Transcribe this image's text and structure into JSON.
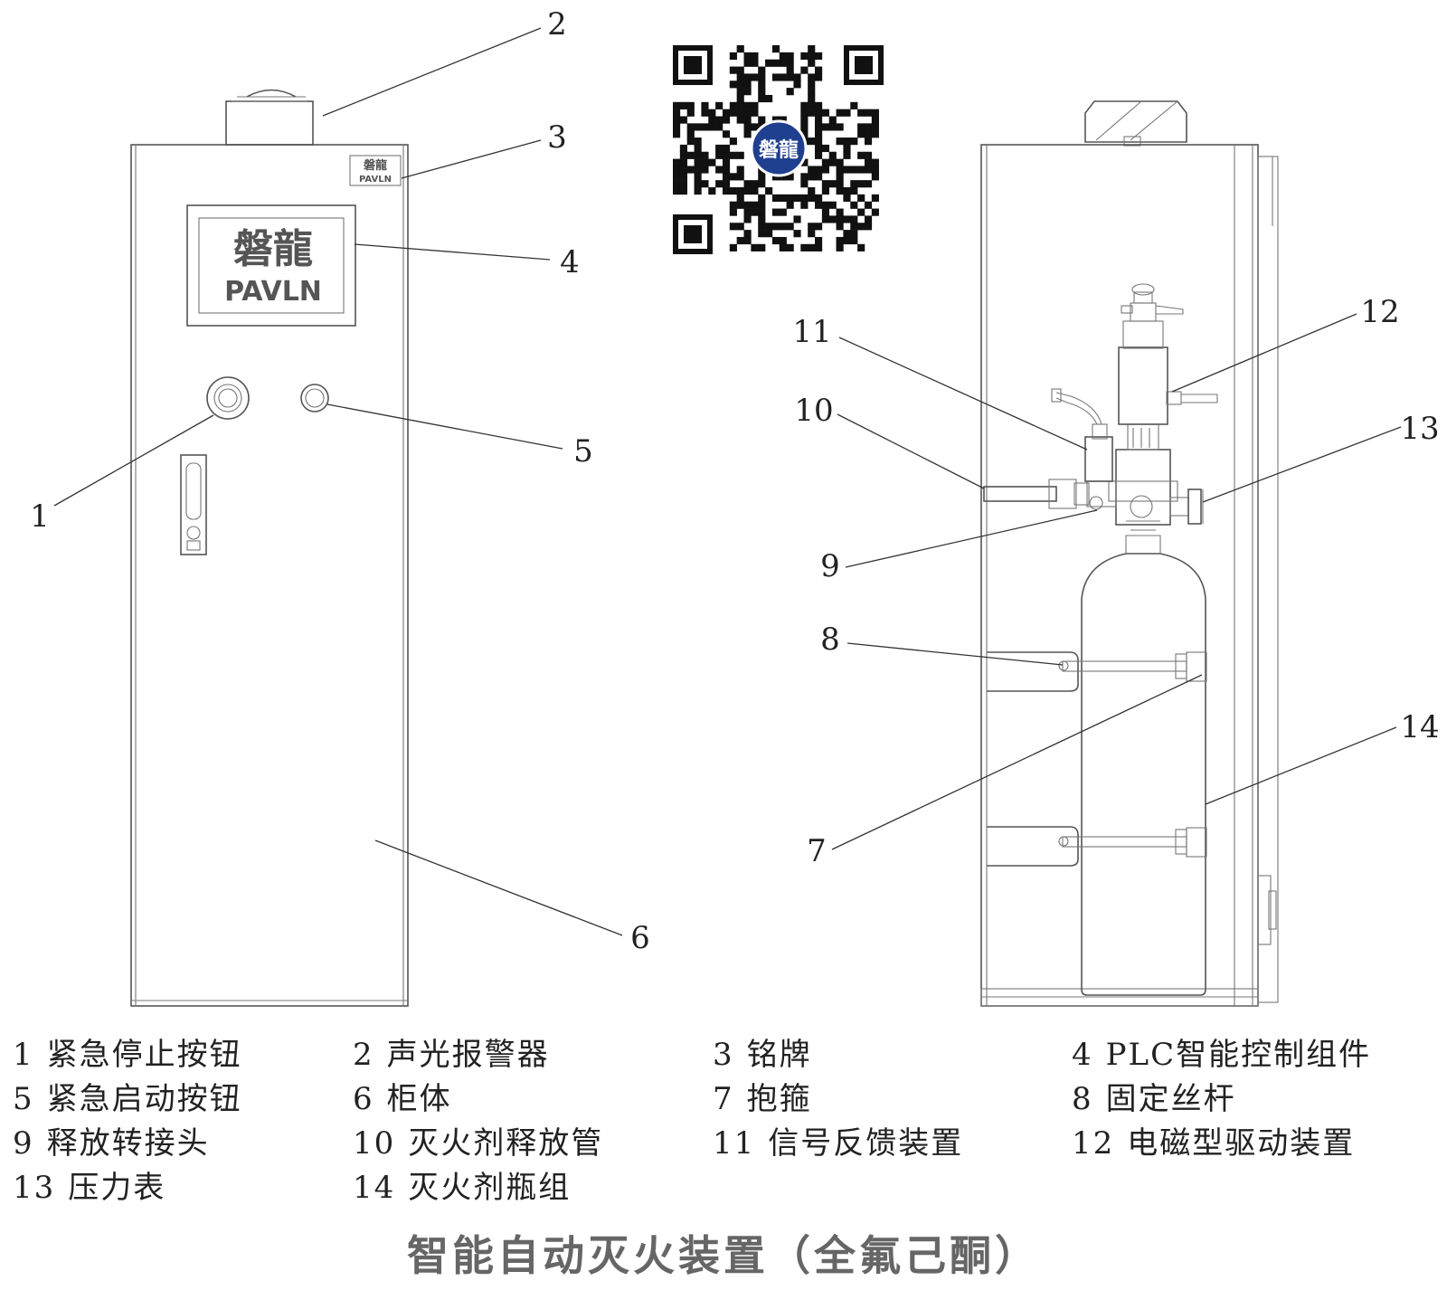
{
  "logo": {
    "brand_cn": "磐龍",
    "brand_en": "PAVLN"
  },
  "callouts": [
    "1",
    "2",
    "3",
    "4",
    "5",
    "6",
    "7",
    "8",
    "9",
    "10",
    "11",
    "12",
    "13",
    "14"
  ],
  "legend": [
    [
      {
        "num": "1",
        "label": "紧急停止按钮"
      },
      {
        "num": "2",
        "label": "声光报警器"
      },
      {
        "num": "3",
        "label": "铭牌"
      },
      {
        "num": "4",
        "label": "PLC智能控制组件"
      }
    ],
    [
      {
        "num": "5",
        "label": "紧急启动按钮"
      },
      {
        "num": "6",
        "label": "柜体"
      },
      {
        "num": "7",
        "label": "抱箍"
      },
      {
        "num": "8",
        "label": "固定丝杆"
      }
    ],
    [
      {
        "num": "9",
        "label": "释放转接头"
      },
      {
        "num": "10",
        "label": "灭火剂释放管"
      },
      {
        "num": "11",
        "label": "信号反馈装置"
      },
      {
        "num": "12",
        "label": "电磁型驱动装置"
      }
    ],
    [
      {
        "num": "13",
        "label": "压力表"
      },
      {
        "num": "14",
        "label": "灭火剂瓶组"
      }
    ]
  ],
  "title": "智能自动灭火装置（全氟己酮）"
}
